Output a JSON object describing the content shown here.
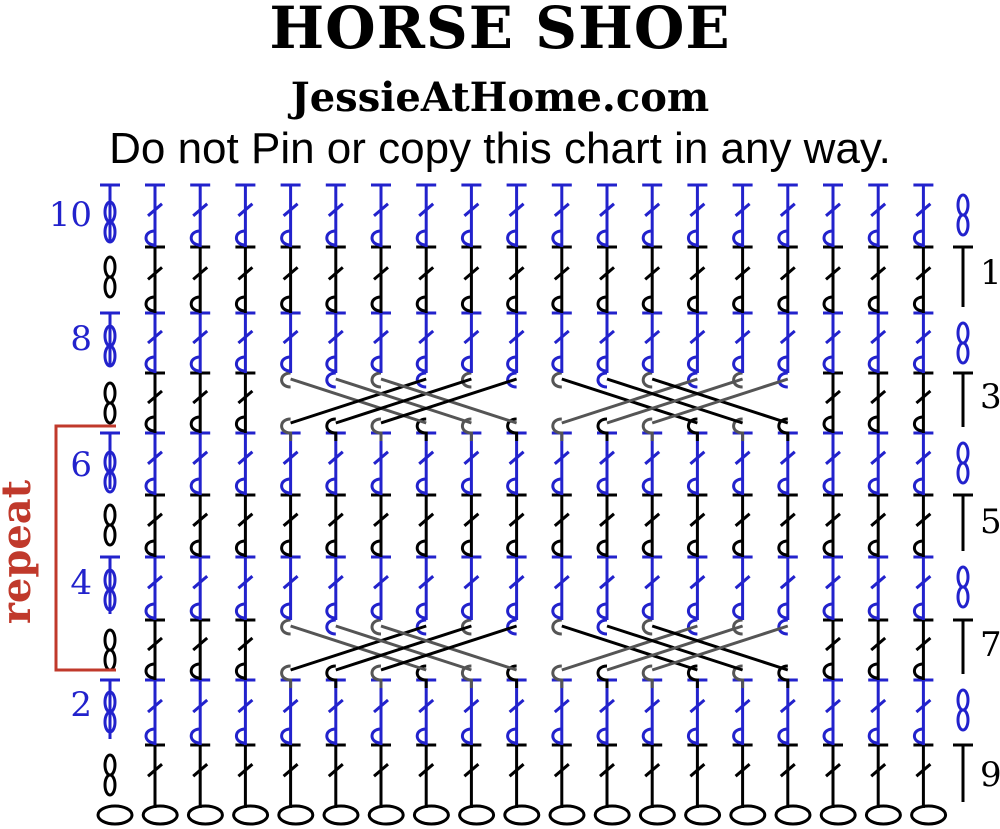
{
  "header": {
    "title": "HORSE SHOE",
    "site": "JessieAtHome.com",
    "notice": "Do not Pin or copy this chart in any way."
  },
  "chart": {
    "repeat_label": "repeat",
    "row_labels_left": [
      "10",
      "8",
      "6",
      "4",
      "2"
    ],
    "row_labels_right": [
      "9",
      "7",
      "5",
      "3",
      "1"
    ],
    "stitch_columns": 18,
    "colors": {
      "odd_rows": "#000000",
      "even_rows": "#2222cc",
      "cable_back": "#555555",
      "repeat_bracket": "#c0392b"
    }
  }
}
